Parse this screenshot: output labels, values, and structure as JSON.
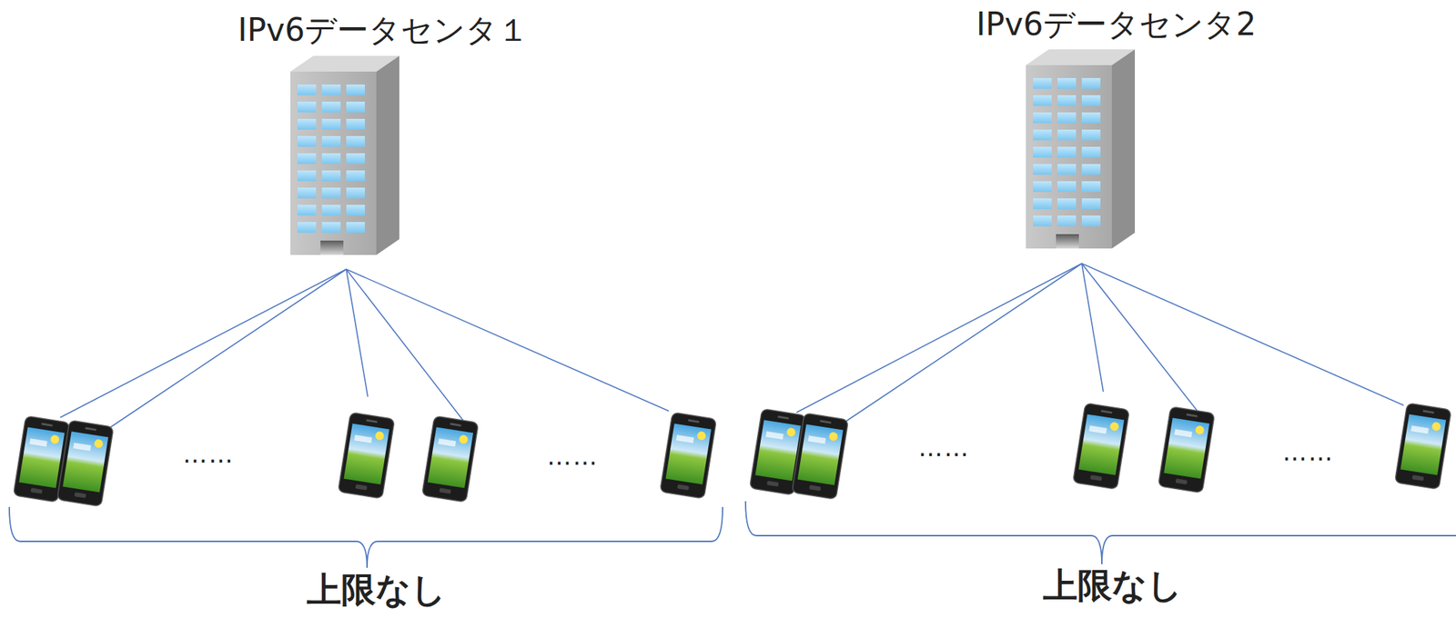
{
  "diagram": {
    "nodes": [
      {
        "text": [
          "IPv6データセンタ１"
        ]
      },
      {
        "text": [
          "IPv6データセンタ2"
        ]
      }
    ],
    "labels": [
      "……",
      "……",
      "上限なし",
      "……",
      "……",
      "上限なし"
    ]
  }
}
